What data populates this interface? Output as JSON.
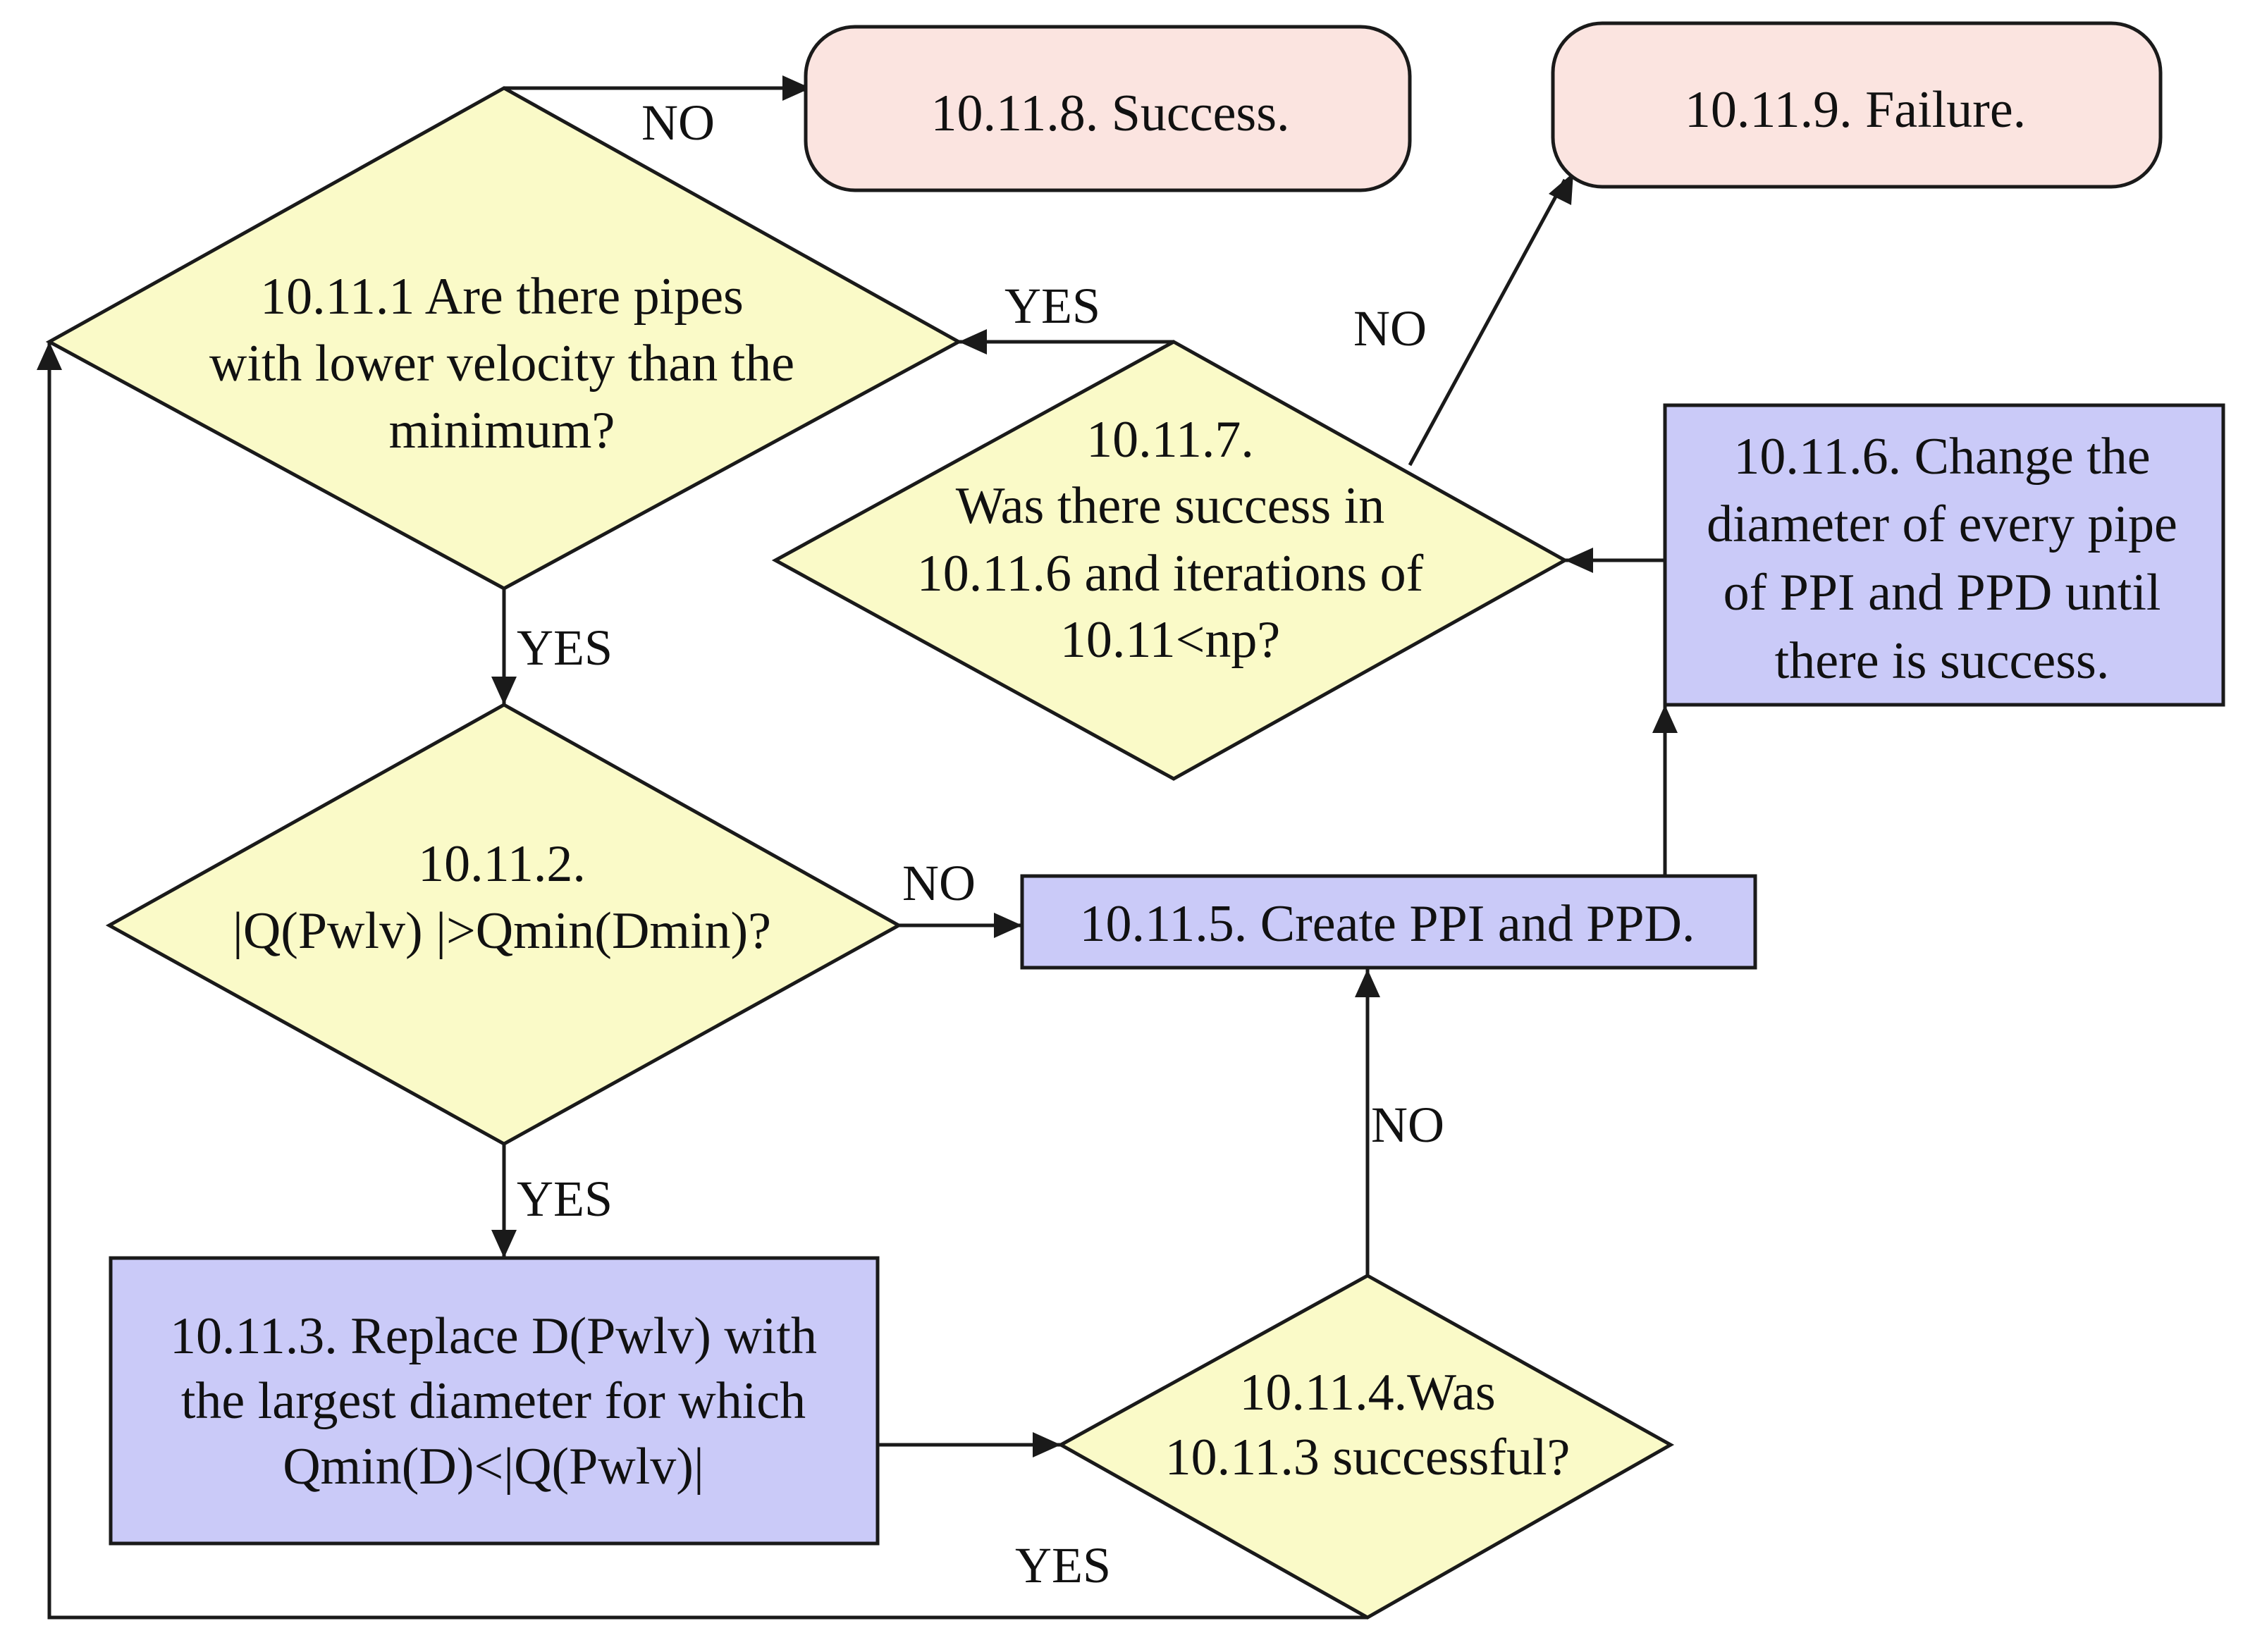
{
  "colors": {
    "decision_fill": "#FAFAC8",
    "process_fill": "#CACAF8",
    "terminal_fill": "#FBE4E0",
    "stroke": "#1a1a1a"
  },
  "nodes": {
    "success": {
      "lines": [
        "10.11.8. Success."
      ]
    },
    "failure": {
      "lines": [
        "10.11.9. Failure."
      ]
    },
    "d1": {
      "lines": [
        "10.11.1 Are there pipes",
        "with lower velocity than the",
        "minimum?"
      ]
    },
    "d7": {
      "lines": [
        "10.11.7.",
        "Was there success in",
        "10.11.6 and iterations of",
        "10.11<np?"
      ]
    },
    "p6": {
      "lines": [
        "10.11.6. Change the",
        "diameter of every pipe",
        "of PPI and PPD until",
        "there is success."
      ]
    },
    "d2": {
      "lines": [
        "10.11.2.",
        "|Q(Pwlv) |>Qmin(Dmin)?"
      ]
    },
    "p5": {
      "lines": [
        "10.11.5. Create PPI and PPD."
      ]
    },
    "p3": {
      "lines": [
        "10.11.3. Replace D(Pwlv) with",
        "the largest diameter for which",
        "Qmin(D)<|Q(Pwlv)|"
      ]
    },
    "d4": {
      "lines": [
        "10.11.4.Was",
        "10.11.3 successful?"
      ]
    }
  },
  "edge_labels": {
    "d1_no": "NO",
    "d7_yes": "YES",
    "d7_no": "NO",
    "d1_yes": "YES",
    "d2_no": "NO",
    "d2_yes": "YES",
    "d4_no": "NO",
    "d4_yes": "YES"
  }
}
